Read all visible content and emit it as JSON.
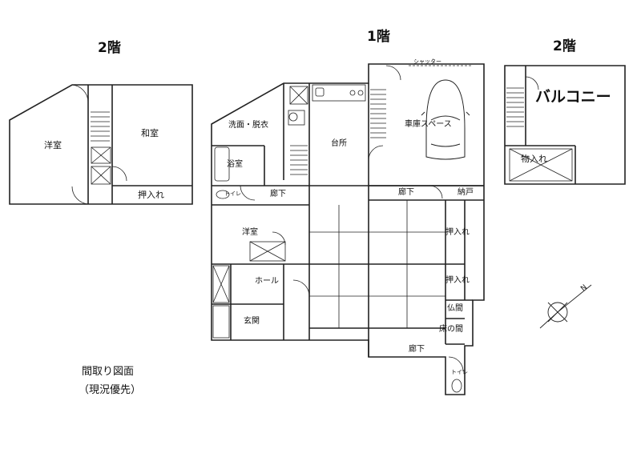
{
  "floors": {
    "second_left": "2階",
    "first": "1階",
    "second_right": "2階"
  },
  "rooms": {
    "youshitsu_2f": "洋室",
    "washitsu_2f": "和室",
    "oshiire_2f": "押入れ",
    "balcony": "バルコニー",
    "monoire": "物入れ",
    "shutter": "シャッター",
    "garage": "車庫スペース",
    "senmen": "洗面・脱衣",
    "bath": "浴室",
    "kitchen": "台所",
    "toilet_1f": "トイレ",
    "rouka_1": "廊下",
    "rouka_2": "廊下",
    "nando": "納戸",
    "youshitsu_1f": "洋室",
    "oshiire_a": "押入れ",
    "hall": "ホール",
    "oshiire_b": "押入れ",
    "butsuma": "仏間",
    "genkan": "玄関",
    "tokonoma": "床の間",
    "rouka_3": "廊下",
    "toilet_2": "トイレ"
  },
  "caption": {
    "line1": "間取り図面",
    "line2": "（現況優先）"
  },
  "compass": {
    "north_label": "N"
  }
}
